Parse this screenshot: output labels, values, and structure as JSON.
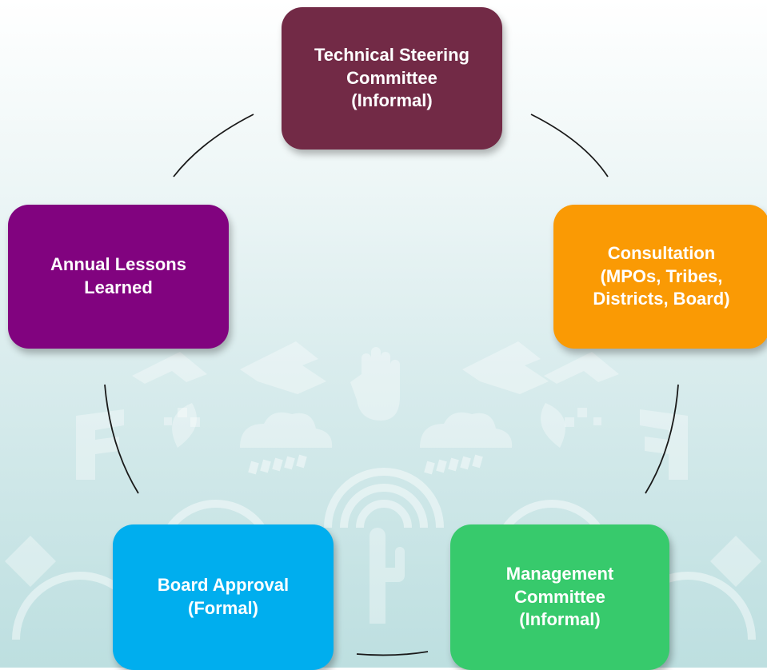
{
  "diagram": {
    "type": "cycle",
    "nodes": [
      {
        "id": "technical-steering",
        "label": "Technical Steering\nCommittee\n(Informal)",
        "color": "#722a46"
      },
      {
        "id": "consultation",
        "label": "Consultation\n(MPOs, Tribes,\nDistricts, Board)",
        "color": "#fa9a04"
      },
      {
        "id": "management",
        "label": "Management\nCommittee\n(Informal)",
        "color": "#37ca6c"
      },
      {
        "id": "board-approval",
        "label": "Board Approval\n(Formal)",
        "color": "#00aeee"
      },
      {
        "id": "lessons-learned",
        "label": "Annual Lessons\nLearned",
        "color": "#81037f"
      }
    ],
    "connector_color": "#1a1a1a",
    "background_motif_color": "#ffffff"
  }
}
